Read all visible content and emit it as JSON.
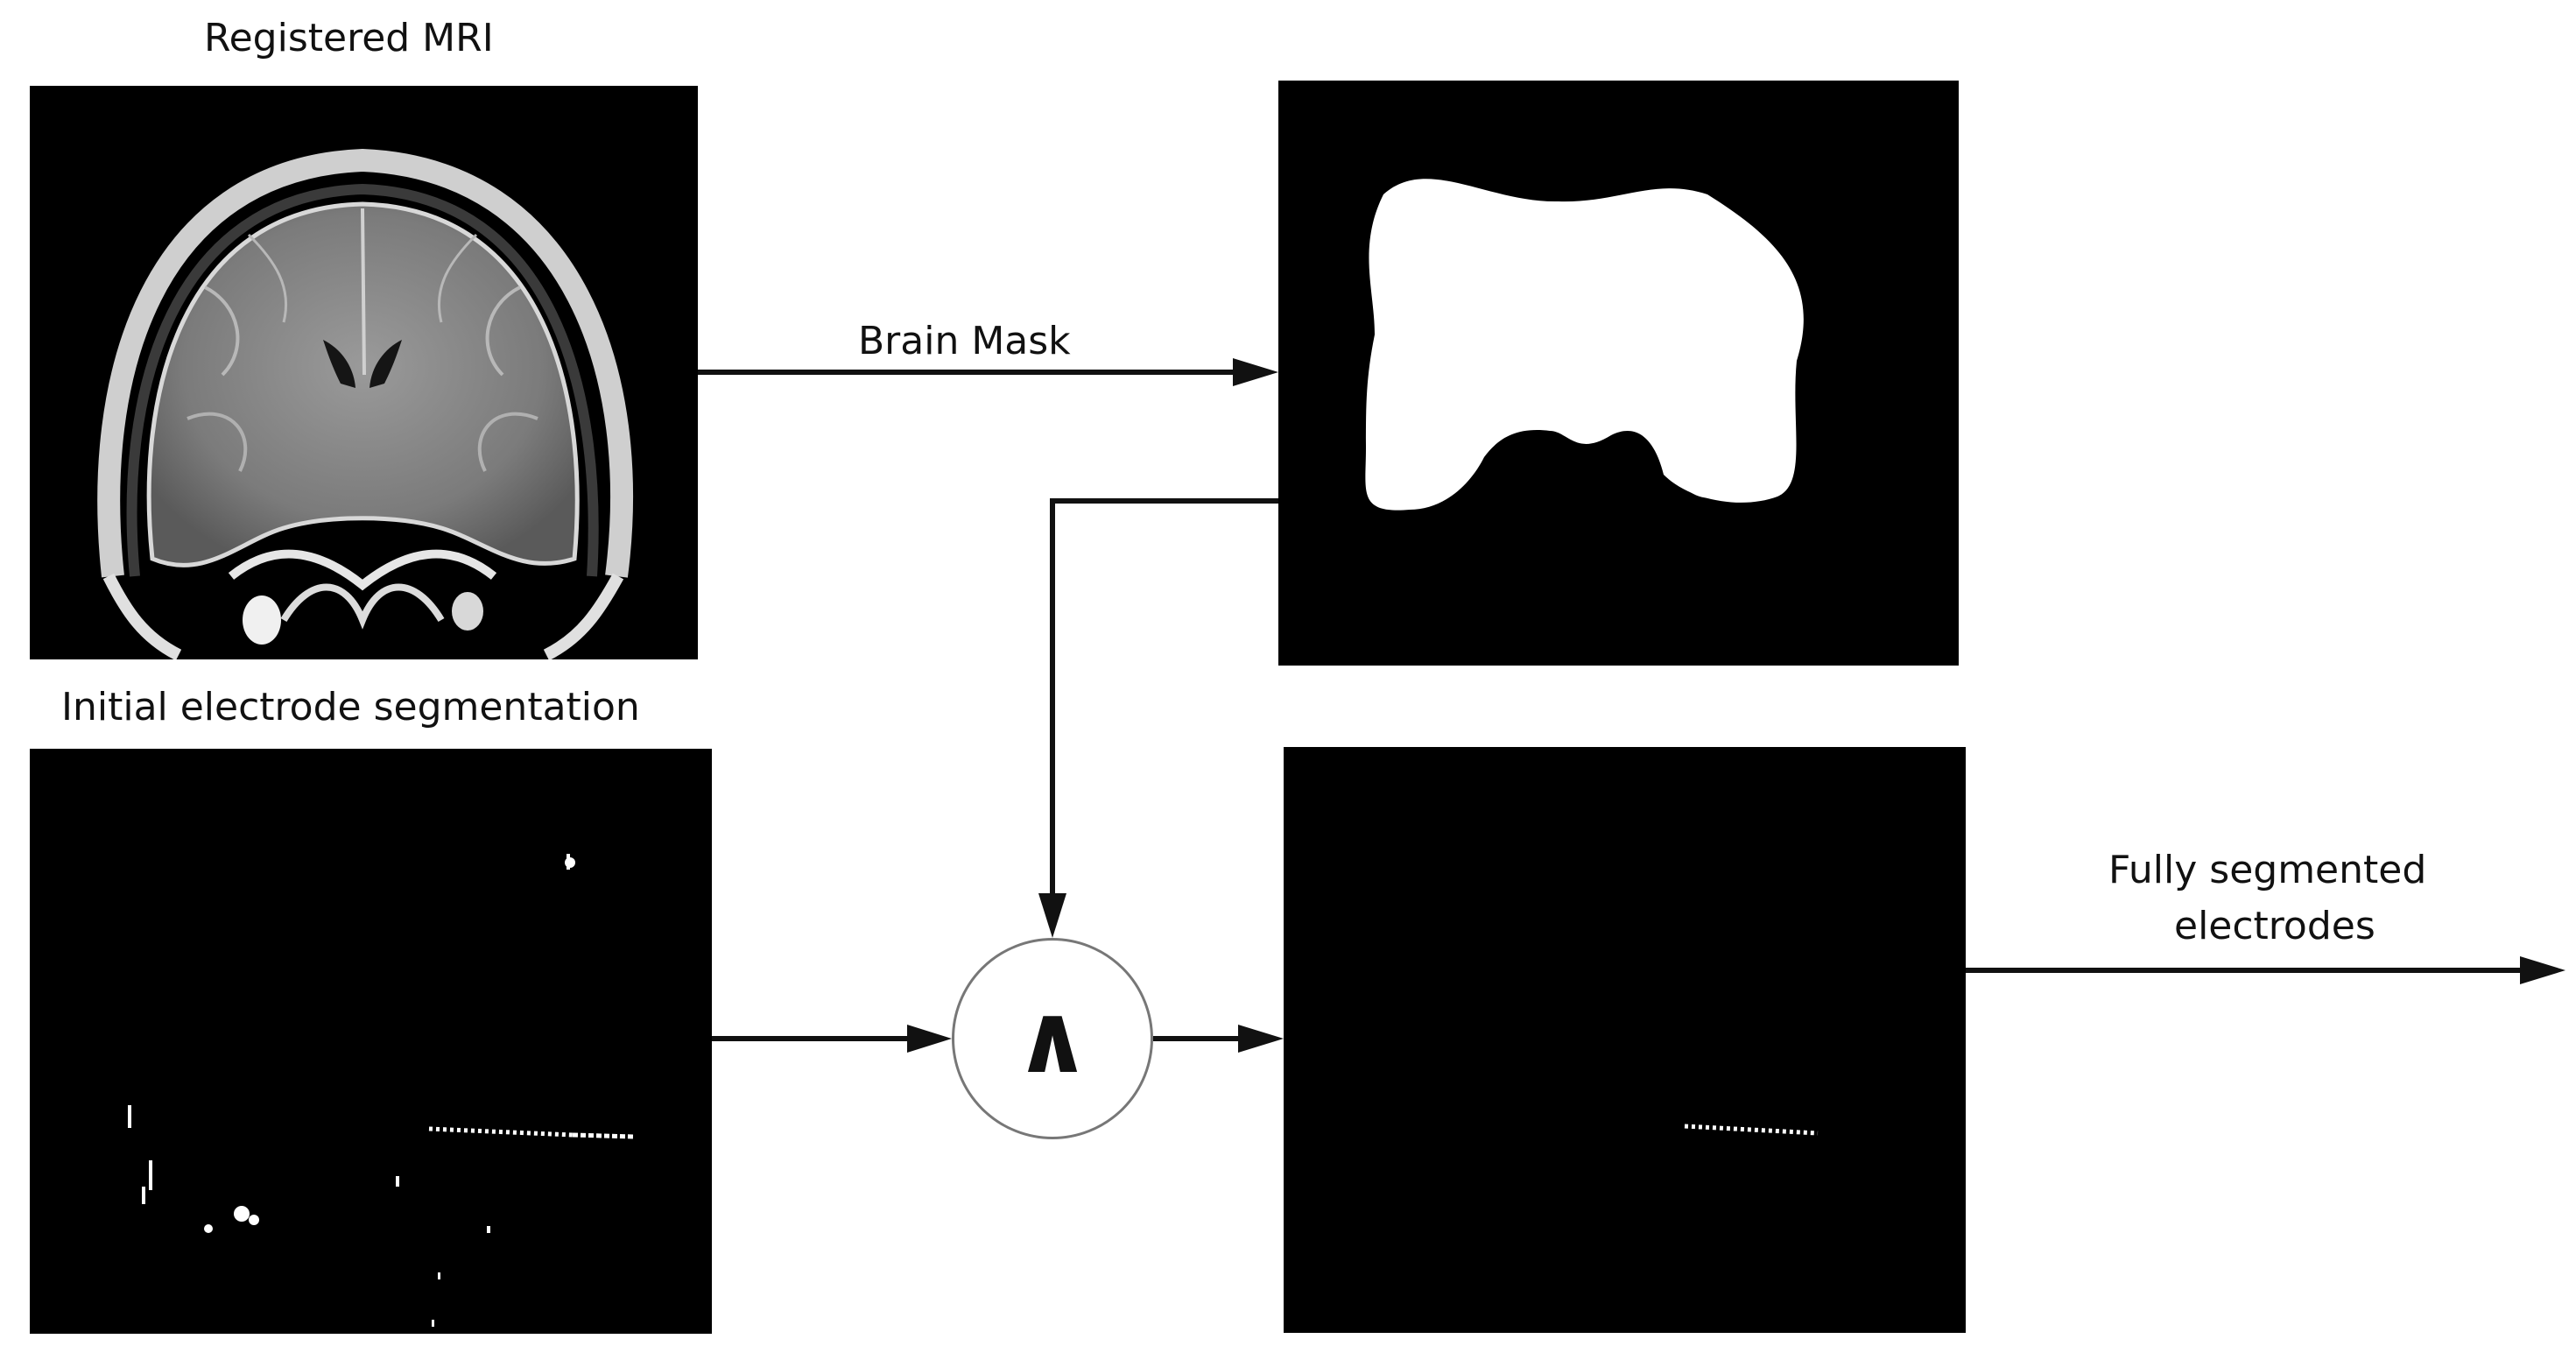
{
  "labels": {
    "registered_mri": "Registered MRI",
    "brain_mask": "Brain Mask",
    "initial_segmentation": "Initial electrode segmentation",
    "fully_segmented_line1": "Fully segmented",
    "fully_segmented_line2": "electrodes"
  },
  "operator": {
    "symbol": "∧",
    "meaning": "logical AND"
  },
  "panels": [
    "mri-image",
    "brain-mask-image",
    "initial-segmentation-image",
    "final-segmentation-image"
  ],
  "colors": {
    "background": "#ffffff",
    "image_bg": "#000000",
    "arrow": "#111111",
    "foreground": "#ffffff"
  }
}
